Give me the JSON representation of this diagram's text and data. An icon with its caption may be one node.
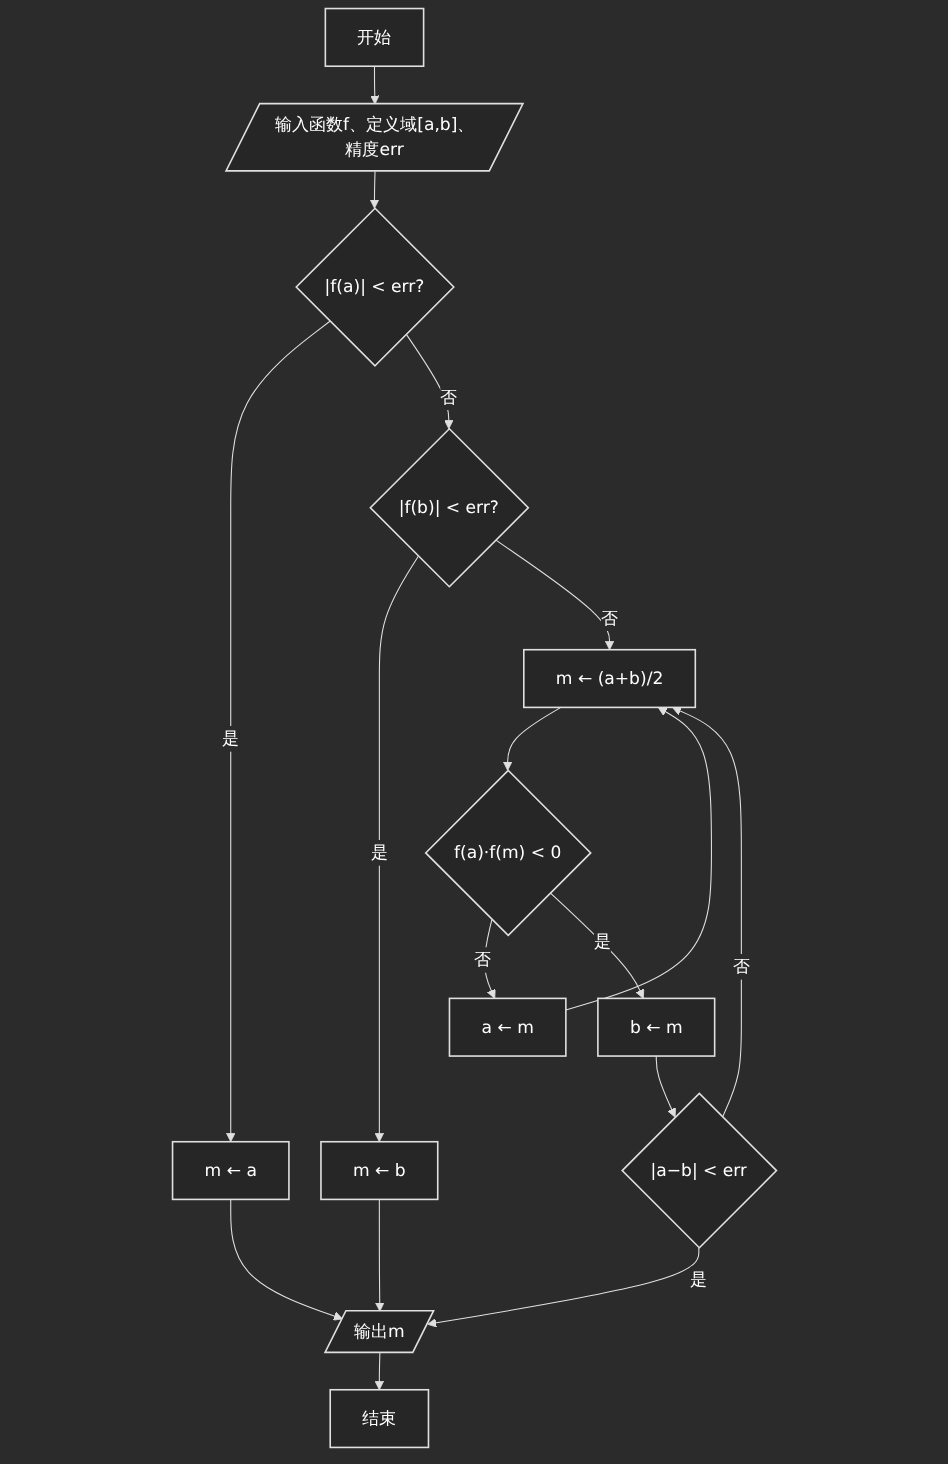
{
  "diagram": {
    "nodes": [
      {
        "text": [
          "开始"
        ]
      },
      {
        "text": [
          "输入函数f、定义域[a,b]、精度err"
        ]
      },
      {
        "text": [
          "|f(a)| < err?"
        ]
      },
      {
        "text": [
          "m ← a"
        ]
      },
      {
        "text": [
          "|f(b)| < err?"
        ]
      },
      {
        "text": [
          "m ← b"
        ]
      },
      {
        "text": [
          "m ← (a+b)/2"
        ]
      },
      {
        "text": [
          "f(a)·f(m) < 0"
        ]
      },
      {
        "text": [
          "a ← m"
        ]
      },
      {
        "text": [
          "b ← m"
        ]
      },
      {
        "text": [
          "|a−b| < err"
        ]
      },
      {
        "text": [
          "输出m"
        ]
      },
      {
        "text": [
          "结束"
        ]
      }
    ],
    "edges": [
      {
        "from": 0,
        "to": 1,
        "arrow": "to"
      },
      {
        "from": 1,
        "to": 2,
        "arrow": "to"
      },
      {
        "from": 2,
        "to": 3,
        "arrow": "to",
        "label": "是"
      },
      {
        "from": 2,
        "to": 4,
        "arrow": "to",
        "label": "否"
      },
      {
        "from": 4,
        "to": 5,
        "arrow": "to",
        "label": "是"
      },
      {
        "from": 4,
        "to": 6,
        "arrow": "to",
        "label": "否"
      },
      {
        "from": 6,
        "to": 7,
        "arrow": "to"
      },
      {
        "from": 7,
        "to": 8,
        "arrow": "to",
        "label": "否"
      },
      {
        "from": 8,
        "to": 6,
        "arrow": "to"
      },
      {
        "from": 7,
        "to": 9,
        "arrow": "to",
        "label": "是"
      },
      {
        "from": 9,
        "to": 10,
        "arrow": "to"
      },
      {
        "from": 10,
        "to": 6,
        "arrow": "to",
        "label": "否"
      },
      {
        "from": 10,
        "to": 11,
        "arrow": "to",
        "label": "是"
      },
      {
        "from": 3,
        "to": 11,
        "arrow": "to"
      },
      {
        "from": 5,
        "to": 11,
        "arrow": "to"
      },
      {
        "from": 11,
        "to": 12,
        "arrow": "to"
      }
    ]
  }
}
